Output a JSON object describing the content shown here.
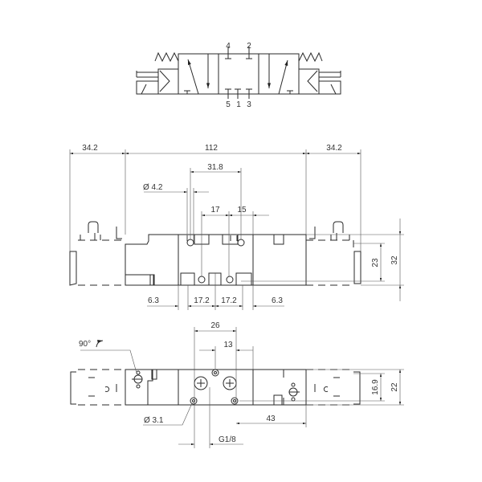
{
  "schematic": {
    "ports": [
      "4",
      "2",
      "5",
      "1",
      "3"
    ]
  },
  "side_view": {
    "dim_left": "34.2",
    "dim_total": "112",
    "dim_right": "34.2",
    "dim_hole_spacing": "31.8",
    "dim_hole_dia": "Ø 4.2",
    "dim_17": "17",
    "dim_15": "15",
    "dim_bottom": [
      "6.3",
      "17.2",
      "17.2",
      "6.3"
    ],
    "dim_height_inner": "23",
    "dim_height": "32"
  },
  "bottom_view": {
    "rotation": "90°",
    "dim_26": "26",
    "dim_13": "13",
    "dim_hole_dia": "Ø 3.1",
    "thread": "G1/8",
    "dim_43": "43",
    "dim_16_9": "16.9",
    "dim_22": "22"
  }
}
